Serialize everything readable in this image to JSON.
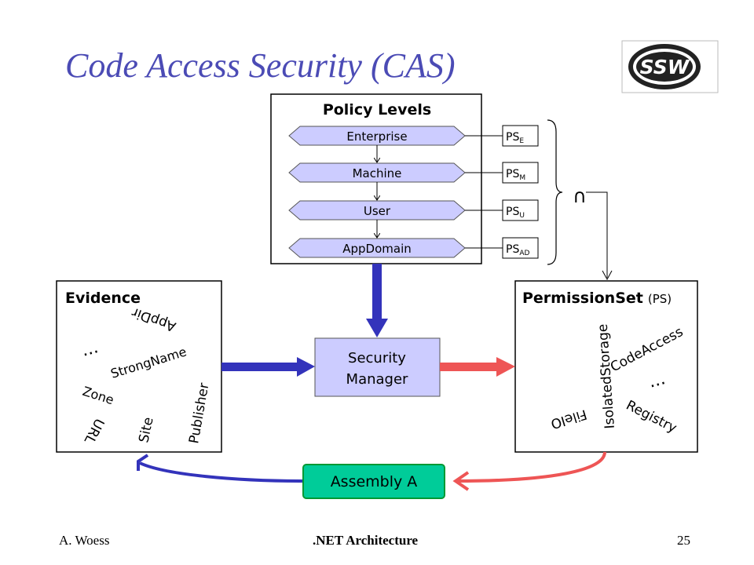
{
  "slide": {
    "title": "Code Access Security (CAS)",
    "logo_text": "SSW",
    "footer_left": "A. Woess",
    "footer_center": ".NET Architecture",
    "footer_right": "25"
  },
  "policy": {
    "heading": "Policy Levels",
    "levels": [
      {
        "label": "Enterprise",
        "ps": "PS",
        "sub": "E"
      },
      {
        "label": "Machine",
        "ps": "PS",
        "sub": "M"
      },
      {
        "label": "User",
        "ps": "PS",
        "sub": "U"
      },
      {
        "label": "AppDomain",
        "ps": "PS",
        "sub": "AD"
      }
    ],
    "intersect_symbol": "∩"
  },
  "evidence": {
    "heading": "Evidence",
    "items": [
      "AppDir",
      "StrongName",
      "Zone",
      "URL",
      "Site",
      "Publisher",
      "..."
    ]
  },
  "manager": {
    "line1": "Security",
    "line2": "Manager"
  },
  "permission": {
    "heading": "PermissionSet",
    "heading_suffix": "(PS)",
    "items": [
      "CodeAccess",
      "IsolatedStorage",
      "FileIO",
      "Registry",
      "..."
    ]
  },
  "assembly": {
    "label": "Assembly A"
  },
  "colors": {
    "title": "#4b4bb5",
    "level_fill": "#ccccff",
    "manager_fill": "#ccccff",
    "assembly_fill": "#00cc99",
    "assembly_border": "#009933",
    "blue_arrow": "#3333bb",
    "red_arrow": "#ee5555"
  }
}
